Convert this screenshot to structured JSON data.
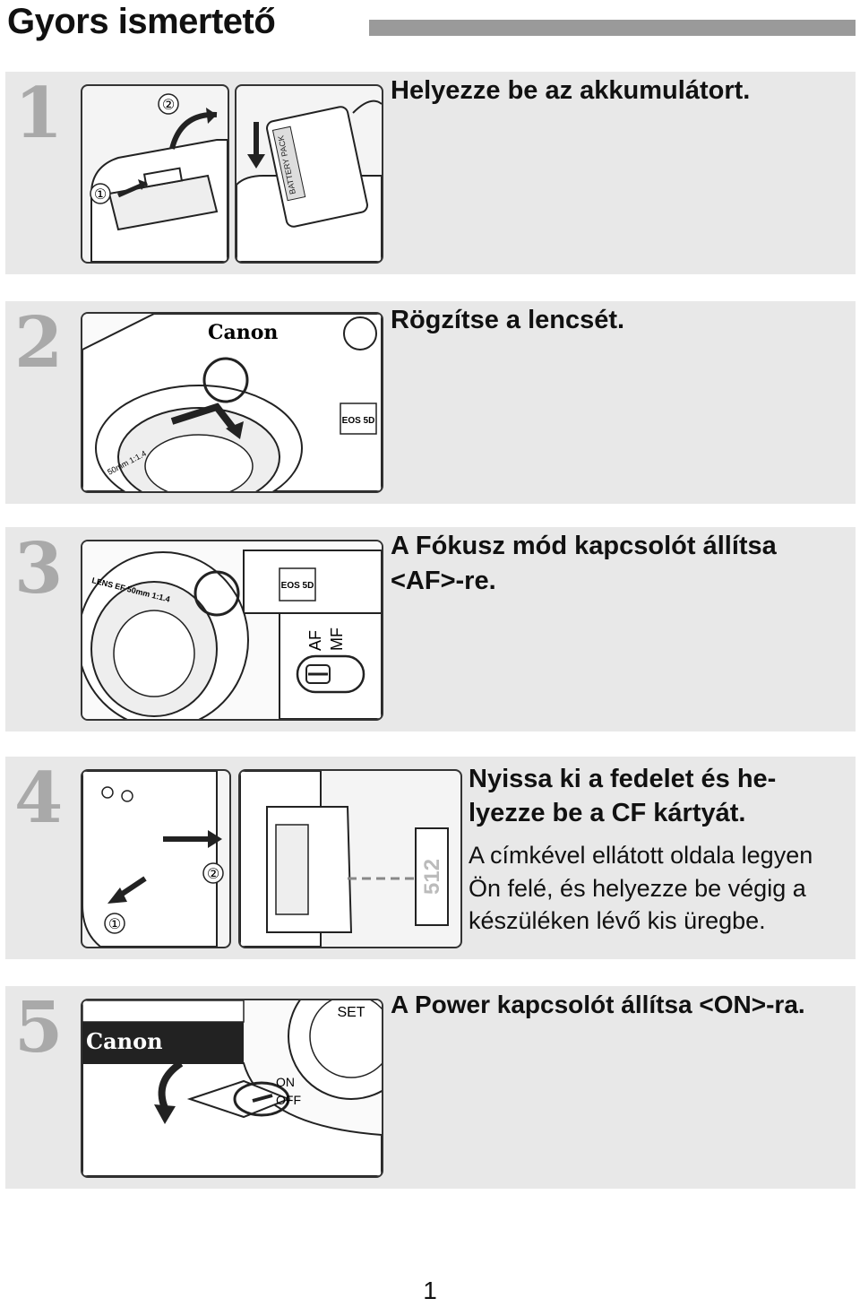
{
  "header": {
    "title": "Gyors ismertető"
  },
  "steps": [
    {
      "number": "1",
      "title": "Helyezze be az akkumulátort.",
      "callouts": [
        "①",
        "②"
      ],
      "battery_label": "BATTERY PACK"
    },
    {
      "number": "2",
      "title": "Rögzítse a lencsét.",
      "brand": "Canon",
      "model": "EOS 5D",
      "lens_label": "50mm 1:1.4"
    },
    {
      "number": "3",
      "title": "A Fókusz mód kapcsolót állítsa <AF>-re.",
      "model": "EOS 5D",
      "lens_label": "LENS EF 50mm 1:1.4",
      "switch_labels": [
        "AF",
        "MF"
      ]
    },
    {
      "number": "4",
      "title": "Nyissa ki a fedelet és he-lyezze be a CF kártyát.",
      "title_line1": "Nyissa ki a fedelet és he-",
      "title_line2": "lyezze be a CF kártyát.",
      "description_lines": [
        "A címkével ellátott oldala legyen",
        "Ön felé, és helyezze be végig a",
        "készüléken lévő kis üregbe."
      ],
      "callouts": [
        "①",
        "②"
      ],
      "card_label": "512"
    },
    {
      "number": "5",
      "title": "A Power kapcsolót állítsa <ON>-ra.",
      "brand": "Canon",
      "switch_labels": [
        "ON",
        "OFF"
      ],
      "dial_label": "SET"
    }
  ],
  "footer": {
    "page_number": "1"
  }
}
